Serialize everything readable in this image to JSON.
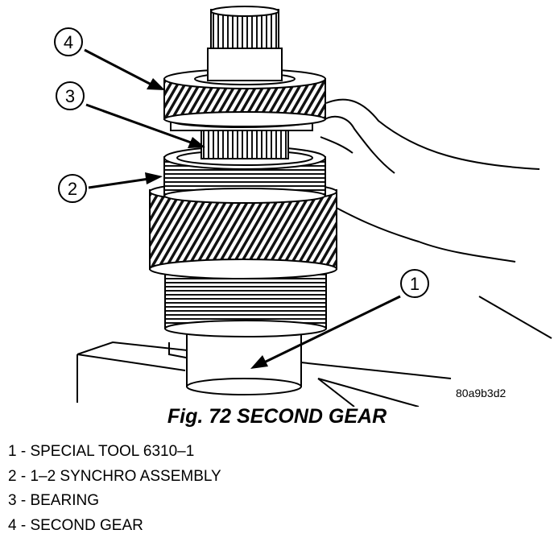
{
  "figure": {
    "code": "80a9b3d2",
    "caption": "Fig. 72 SECOND GEAR",
    "callouts": [
      {
        "number": "1"
      },
      {
        "number": "2"
      },
      {
        "number": "3"
      },
      {
        "number": "4"
      }
    ],
    "legend": [
      {
        "text": "1 - SPECIAL TOOL 6310–1"
      },
      {
        "text": "2 - 1–2 SYNCHRO ASSEMBLY"
      },
      {
        "text": "3 - BEARING"
      },
      {
        "text": "4 - SECOND GEAR"
      }
    ]
  }
}
